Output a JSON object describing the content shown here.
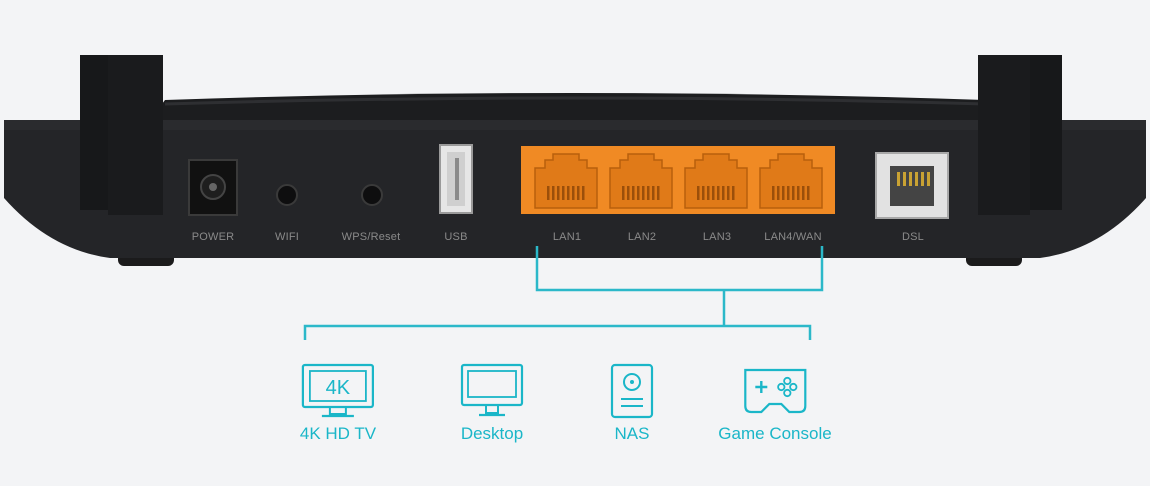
{
  "router": {
    "ports": [
      {
        "id": "power",
        "label": "POWER"
      },
      {
        "id": "wifi",
        "label": "WIFI"
      },
      {
        "id": "wps-reset",
        "label": "WPS/Reset"
      },
      {
        "id": "usb",
        "label": "USB"
      },
      {
        "id": "lan1",
        "label": "LAN1"
      },
      {
        "id": "lan2",
        "label": "LAN2"
      },
      {
        "id": "lan3",
        "label": "LAN3"
      },
      {
        "id": "lan4-wan",
        "label": "LAN4/WAN"
      },
      {
        "id": "dsl",
        "label": "DSL"
      }
    ],
    "lan_port_color": "#f08a24",
    "body_color": "#222325",
    "accent_color": "#2bb8c9"
  },
  "devices": [
    {
      "icon": "tv-4k-icon",
      "label": "4K HD TV",
      "icon_text": "4K"
    },
    {
      "icon": "desktop-icon",
      "label": "Desktop"
    },
    {
      "icon": "nas-icon",
      "label": "NAS"
    },
    {
      "icon": "game-console-icon",
      "label": "Game Console"
    }
  ]
}
